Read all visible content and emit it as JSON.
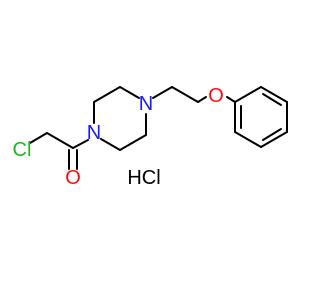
{
  "molecule": {
    "atoms": {
      "chlorine": "Cl",
      "carbonyl_oxygen": "O",
      "amide_nitrogen": "N",
      "amine_nitrogen": "N",
      "ether_oxygen": "O"
    },
    "salt": "HCl"
  },
  "colors": {
    "bond": "#000000",
    "chlorine": "#1fb81f",
    "oxygen": "#ff0d0d",
    "nitrogen": "#1a1aff",
    "salt": "#000000"
  }
}
